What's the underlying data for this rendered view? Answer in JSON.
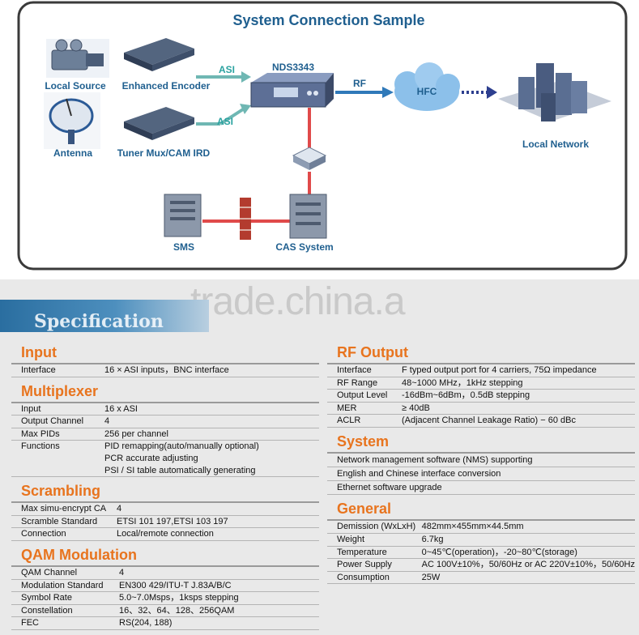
{
  "diagram": {
    "title": "System Connection Sample",
    "nodes": {
      "local_source": "Local Source",
      "antenna": "Antenna",
      "enhanced_encoder": "Enhanced Encoder",
      "tuner_mux": "Tuner Mux/CAM IRD",
      "nds": "NDS3343",
      "hfc": "HFC",
      "local_network": "Local Network",
      "sms": "SMS",
      "cas": "CAS System"
    },
    "links": {
      "asi_top": "ASI",
      "asi_bottom": "ASI",
      "rf": "RF"
    }
  },
  "watermark": "trade.china.a",
  "spec_banner": "Specification",
  "left_sections": [
    {
      "title": "Input",
      "rows": [
        [
          "Interface",
          "16 × ASI inputs，BNC interface"
        ]
      ]
    },
    {
      "title": "Multiplexer",
      "rows": [
        [
          "Input",
          "16 x ASI"
        ],
        [
          "Output Channel",
          "4"
        ],
        [
          "Max PIDs",
          "256 per channel"
        ],
        [
          "Functions",
          "PID remapping(auto/manually optional)"
        ],
        [
          "",
          "PCR accurate adjusting"
        ],
        [
          "",
          "PSI / SI table automatically generating"
        ]
      ]
    },
    {
      "title": "Scrambling",
      "rows": [
        [
          "Max simu-encrypt CA",
          "4"
        ],
        [
          "Scramble Standard",
          "ETSI 101 197,ETSI 103 197"
        ],
        [
          "Connection",
          "Local/remote connection"
        ]
      ]
    },
    {
      "title": "QAM Modulation",
      "rows": [
        [
          "QAM Channel",
          "4"
        ],
        [
          "Modulation Standard",
          "EN300 429/ITU-T J.83A/B/C"
        ],
        [
          "Symbol Rate",
          "5.0~7.0Msps，1ksps stepping"
        ],
        [
          "Constellation",
          "16、32、64、128、256QAM"
        ],
        [
          "FEC",
          "RS(204, 188)"
        ]
      ]
    }
  ],
  "right_sections": [
    {
      "title": "RF Output",
      "rows": [
        [
          "Interface",
          "F typed output port for 4 carriers, 75Ω impedance"
        ],
        [
          "RF Range",
          "48~1000 MHz，1kHz stepping"
        ],
        [
          "Output Level",
          "-16dBm~6dBm，0.5dB stepping"
        ],
        [
          "MER",
          "≥ 40dB"
        ],
        [
          "ACLR",
          "(Adjacent Channel Leakage Ratio) − 60 dBc"
        ]
      ]
    },
    {
      "title": "System",
      "rows": [
        [
          "Network management software (NMS) supporting",
          ""
        ],
        [
          "English and Chinese interface conversion",
          ""
        ],
        [
          "Ethernet software upgrade",
          ""
        ]
      ]
    },
    {
      "title": "General",
      "rows": [
        [
          "Demission (WxLxH)",
          "482mm×455mm×44.5mm"
        ],
        [
          "Weight",
          "6.7kg"
        ],
        [
          "Temperature",
          "0~45℃(operation)，-20~80℃(storage)"
        ],
        [
          "Power Supply",
          "AC 100V±10%，50/60Hz or AC 220V±10%，50/60Hz"
        ],
        [
          "Consumption",
          "25W"
        ]
      ]
    }
  ]
}
